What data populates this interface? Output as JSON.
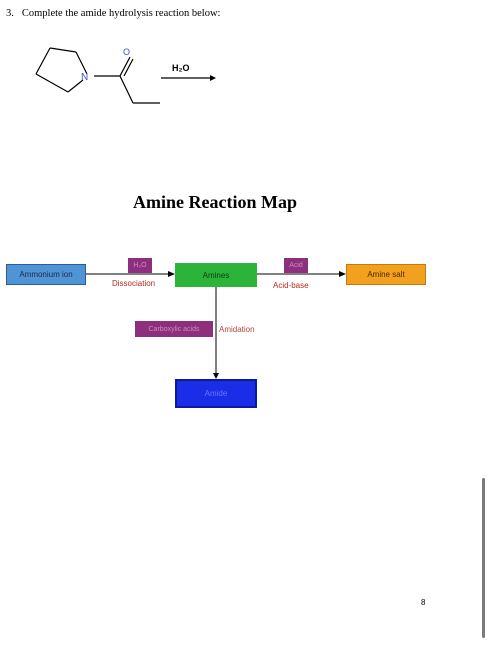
{
  "question": {
    "number": "3.",
    "text": "Complete the amide hydrolysis reaction below:"
  },
  "reaction": {
    "nitrogen_label": "N",
    "oxygen_label": "O",
    "reagent": "H₂O"
  },
  "reaction_map": {
    "title": "Amine Reaction Map",
    "nodes": {
      "ammonium_ion": "Ammonium ion",
      "amines": "Amines",
      "amine_salt": "Amine salt",
      "amide": "Amide"
    },
    "reagents": {
      "water": "H₂O",
      "acid": "Acid",
      "carboxylic_acids": "Carboxylic acids"
    },
    "reactions": {
      "dissociation": "Dissociation",
      "acid_base": "Acid-base",
      "amidation": "Amidation"
    },
    "colors": {
      "ammonium_ion": "#4f94d6",
      "amines": "#2cb33a",
      "amine_salt": "#f2a01e",
      "amide": "#1a2ee8",
      "reagent_tag": "#8e2f7e",
      "reaction_label": "#b52a1e"
    }
  },
  "page_number": "8"
}
